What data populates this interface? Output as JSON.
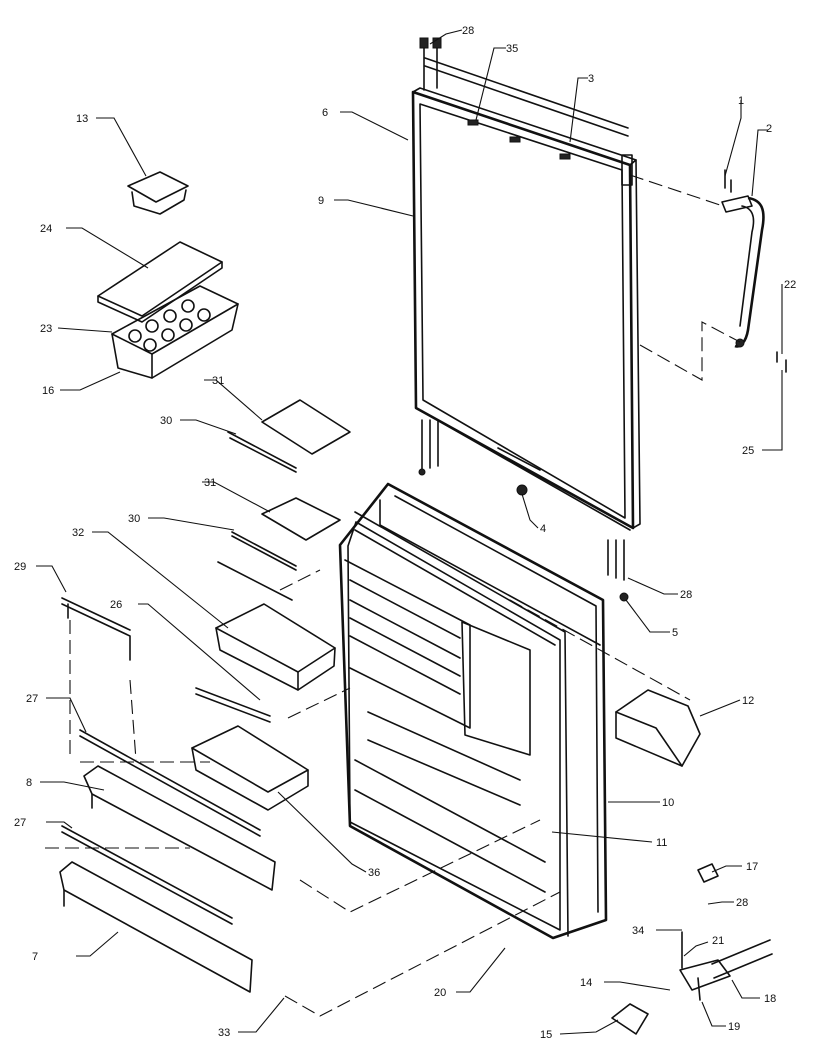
{
  "diagram": {
    "callouts": [
      "1",
      "2",
      "3",
      "4",
      "5",
      "6",
      "7",
      "8",
      "9",
      "10",
      "11",
      "12",
      "13",
      "14",
      "15",
      "16",
      "17",
      "18",
      "19",
      "20",
      "21",
      "22",
      "23",
      "24",
      "25",
      "26",
      "27",
      "27",
      "28",
      "28",
      "28",
      "29",
      "30",
      "30",
      "31",
      "31",
      "32",
      "33",
      "34",
      "35",
      "36"
    ]
  }
}
